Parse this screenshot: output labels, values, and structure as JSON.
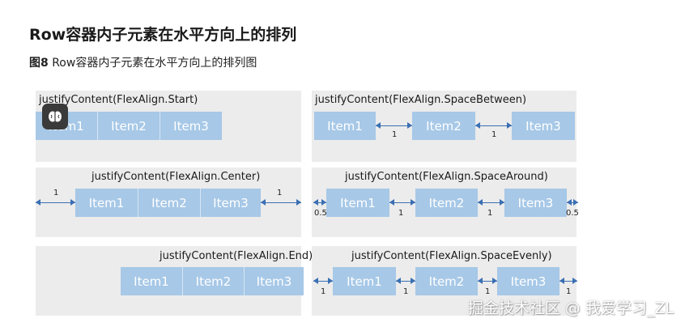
{
  "heading": "Row容器内子元素在水平方向上的排列",
  "caption": {
    "figure_label": "图8",
    "text": " Row容器内子元素在水平方向上的排列图"
  },
  "items": [
    "Item1",
    "Item2",
    "Item3"
  ],
  "panels": {
    "start": {
      "title": "justifyContent(FlexAlign.Start)"
    },
    "space_between": {
      "title": "justifyContent(FlexAlign.SpaceBetween)",
      "gap": "1"
    },
    "center": {
      "title": "justifyContent(FlexAlign.Center)",
      "gap": "1"
    },
    "space_around": {
      "title": "justifyContent(FlexAlign.SpaceAround)",
      "edge_gap": "0.5",
      "gap": "1"
    },
    "end": {
      "title": "justifyContent(FlexAlign.End)"
    },
    "space_evenly": {
      "title": "justifyContent(FlexAlign.SpaceEvenly)",
      "gap": "1"
    }
  },
  "assistant_icon": "brain-icon",
  "watermark": "掘金技术社区 @ 我爱学习_ZL",
  "colors": {
    "item": "#a7c8e7",
    "panel": "#ececec",
    "arrow": "#3a6fb3"
  }
}
